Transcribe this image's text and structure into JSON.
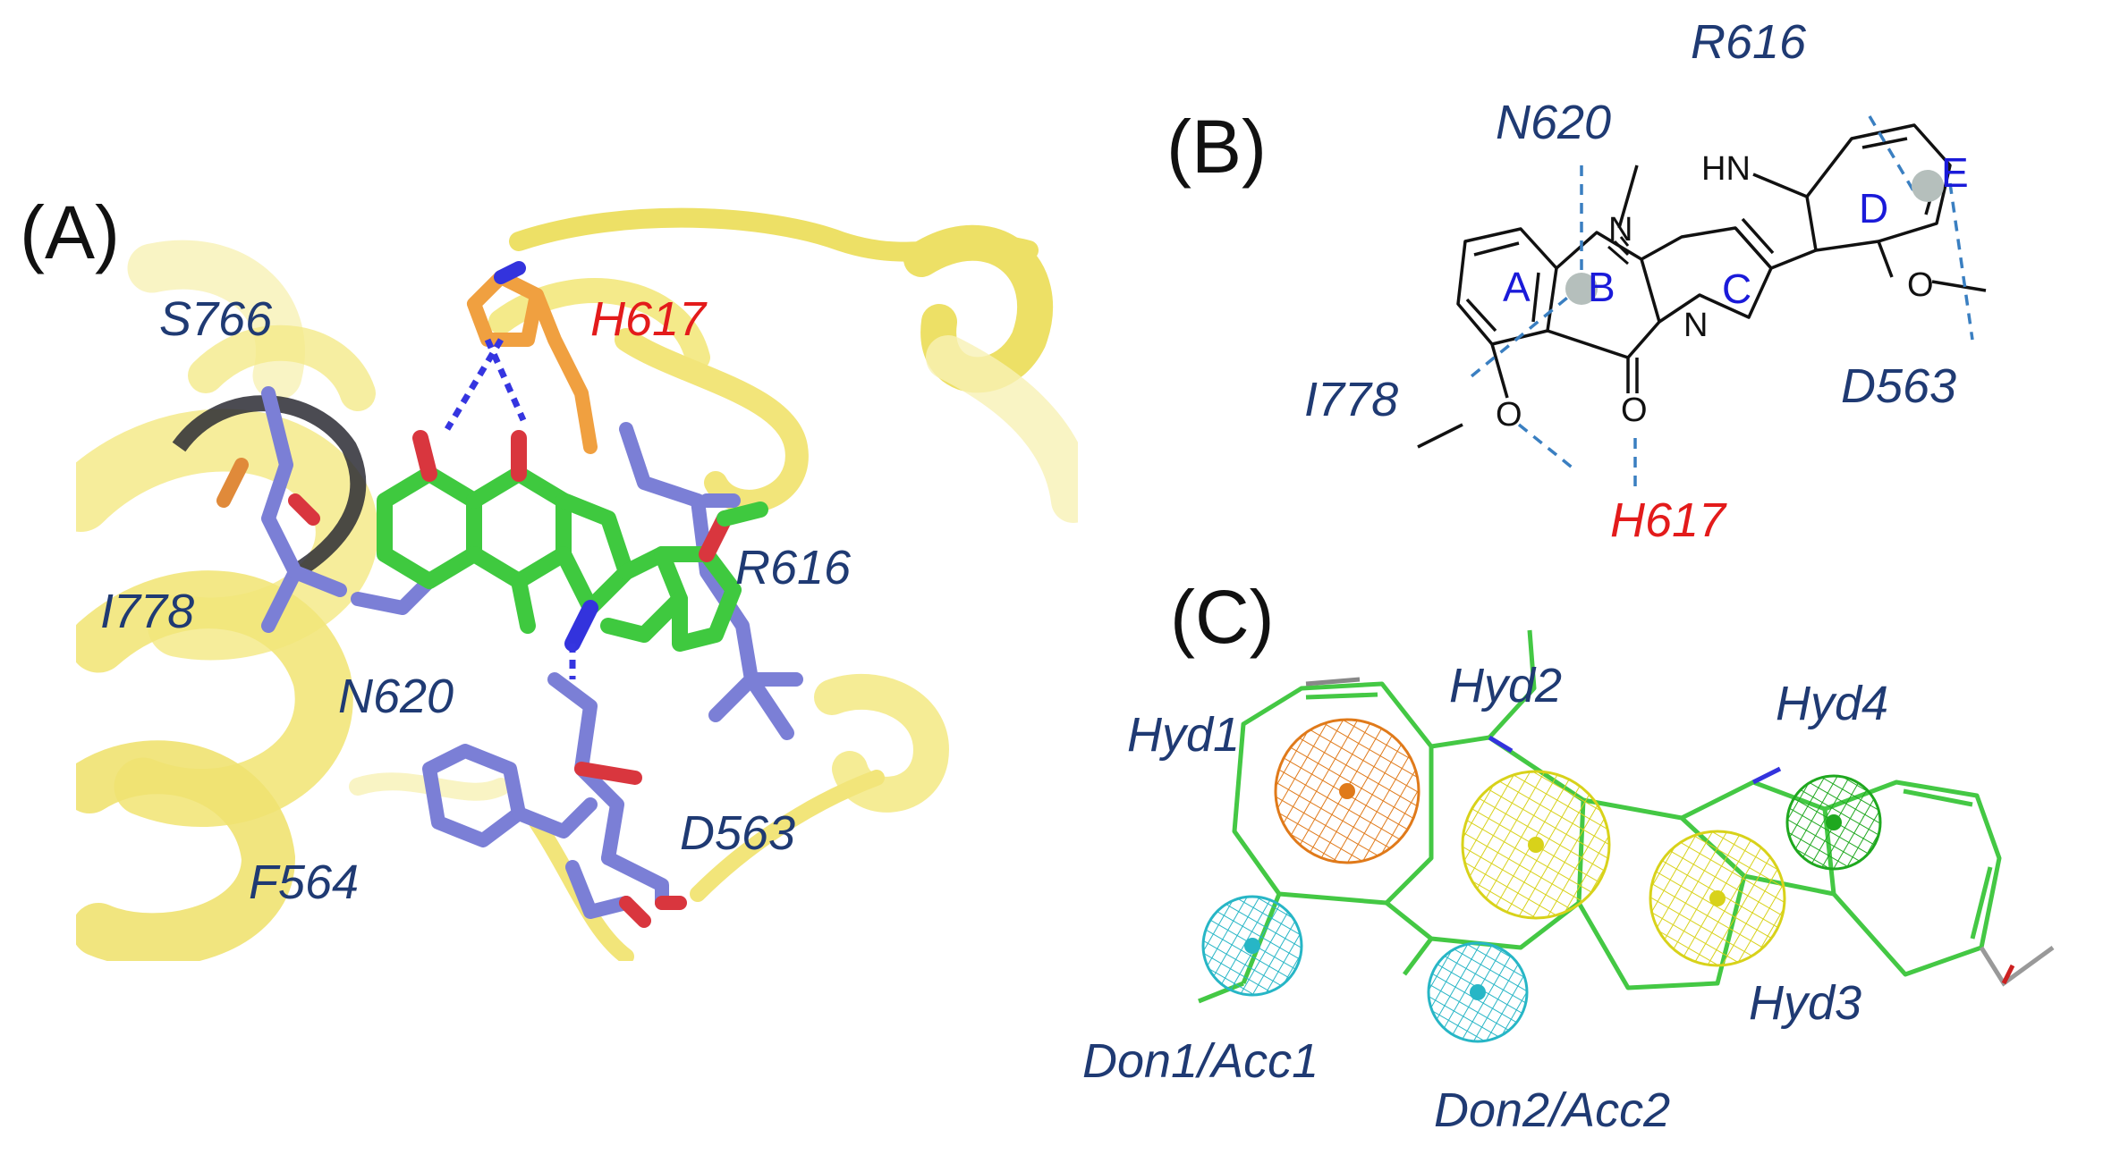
{
  "panels": {
    "a": {
      "letter": "(A)"
    },
    "b": {
      "letter": "(B)"
    },
    "c": {
      "letter": "(C)"
    }
  },
  "panel_a": {
    "residues": {
      "s766": "S766",
      "h617": "H617",
      "i778": "I778",
      "r616": "R616",
      "n620": "N620",
      "d563": "D563",
      "f564": "F564"
    },
    "colors": {
      "ribbon": "#f4ea8a",
      "ligand": "#3fc93f",
      "residue": "#7b7fd6",
      "histidine": "#f0a040",
      "oxygen": "#d9363e",
      "nitrogen": "#3333dd",
      "hbond": "#3535e0"
    }
  },
  "panel_b": {
    "residues": {
      "n620": "N620",
      "r616": "R616",
      "i778": "I778",
      "d563": "D563",
      "h617": "H617"
    },
    "rings": {
      "a": "A",
      "b": "B",
      "c": "C",
      "d": "D",
      "e": "E"
    },
    "atoms": {
      "n_methyl": "N",
      "n_amide": "N",
      "hn": "HN",
      "o_carbonyl": "O",
      "o_methoxy_left": "O",
      "o_methoxy_right": "O"
    },
    "colors": {
      "interaction_line": "#3a7fc1",
      "centroid": "#b5bfbc"
    }
  },
  "panel_c": {
    "features": {
      "hyd1": "Hyd1",
      "hyd2": "Hyd2",
      "hyd3": "Hyd3",
      "hyd4": "Hyd4",
      "don1": "Don1/Acc1",
      "don2": "Don2/Acc2"
    },
    "colors": {
      "hyd1": "#e07a1a",
      "hyd2": "#d8d21a",
      "hyd3": "#d8d21a",
      "hyd4": "#1fa81f",
      "don_acc": "#27b6c6",
      "skeleton": "#44c844"
    }
  }
}
